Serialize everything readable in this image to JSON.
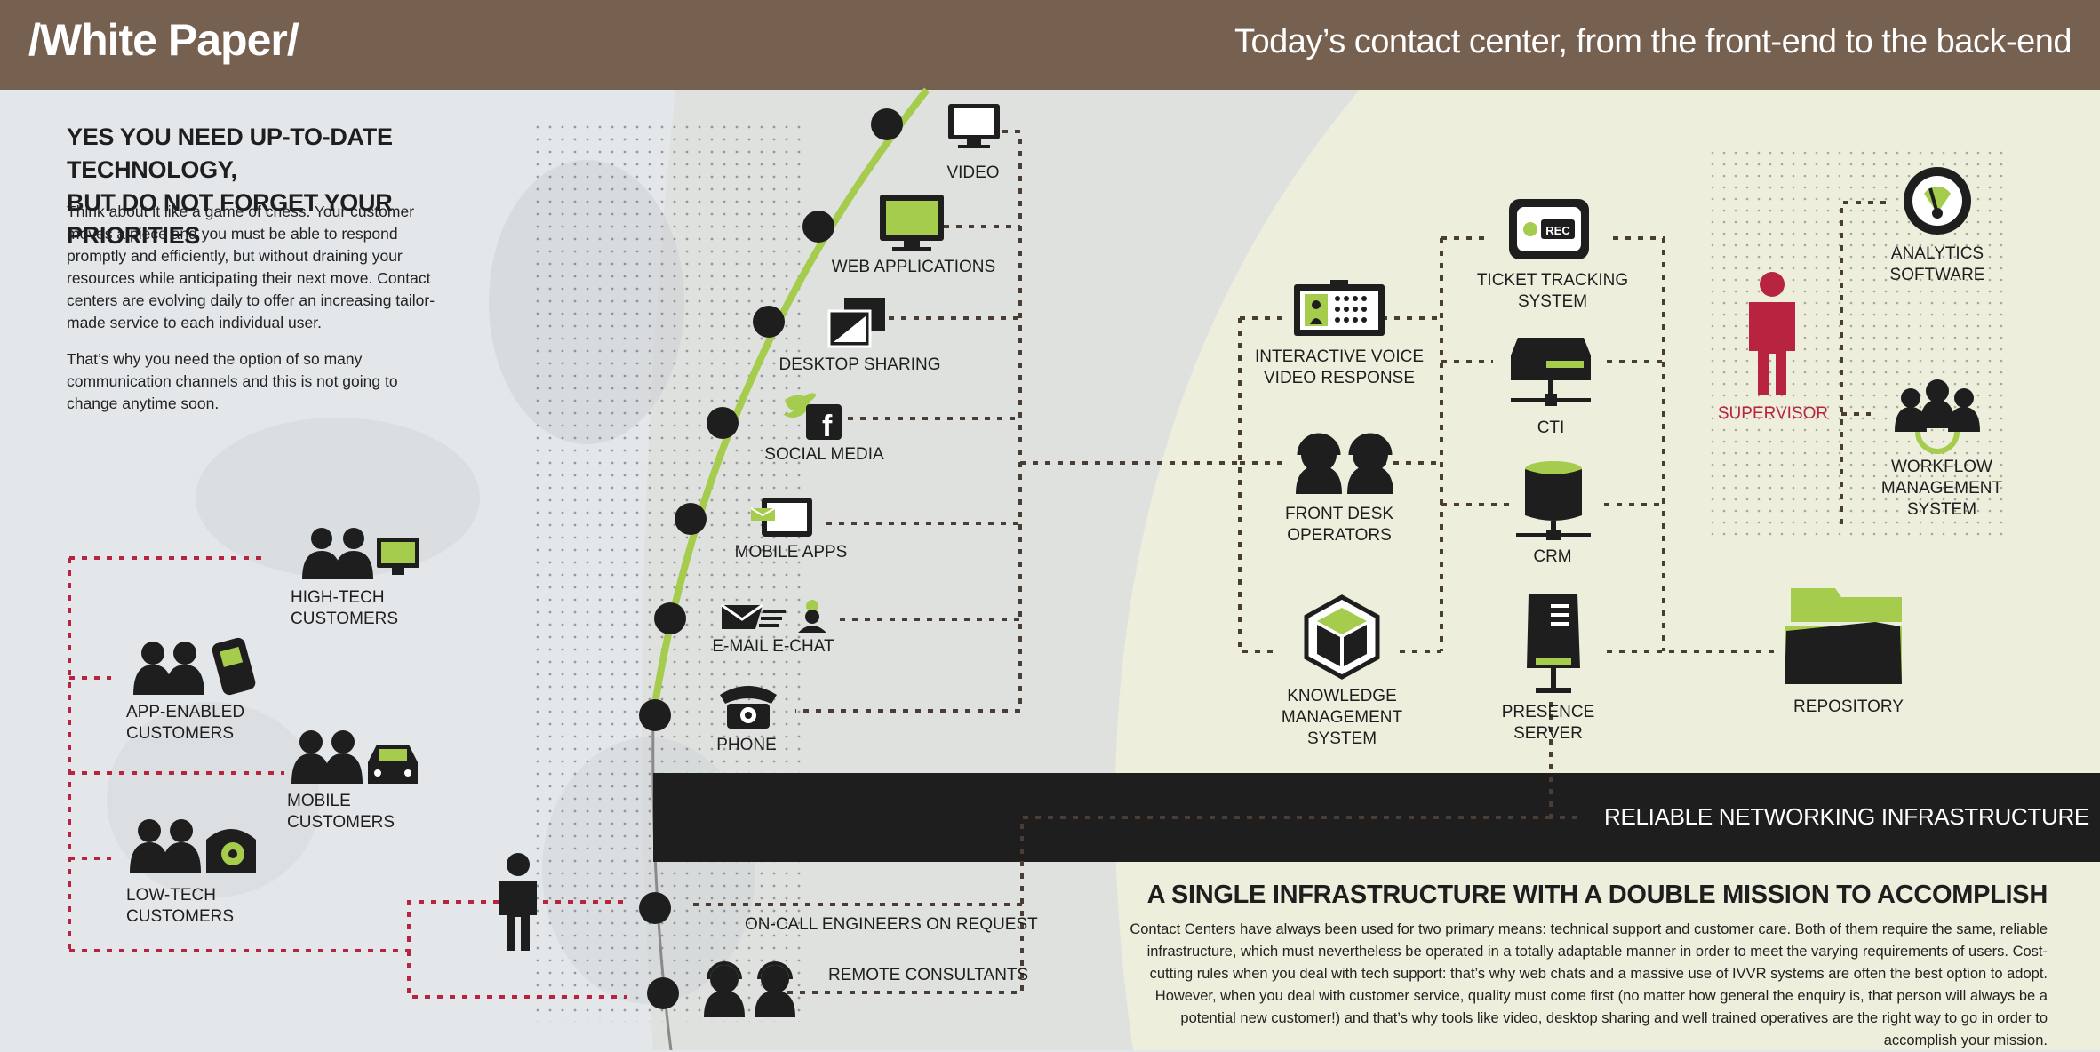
{
  "header": {
    "brand": "/White Paper/",
    "tagline": "Today’s contact center, from the front-end to the back-end"
  },
  "intro": {
    "heading": "YES YOU NEED UP-TO-DATE TECHNOLOGY,\nBUT DO NOT FORGET YOUR PRIORITIES",
    "paragraph1": "Think about it like a game of chess. Your customer moves a piece and you must be able to respond promptly and efficiently, but without draining your resources while anticipating their next move. Contact centers are evolving daily to offer an increasing tailor-made service to each individual user.",
    "paragraph2": "That’s why you need the option of so many communication channels and this is not going to change anytime soon."
  },
  "customers": [
    {
      "id": "high-tech",
      "label": "HIGH-TECH\nCUSTOMERS",
      "device_icon": "monitor-icon"
    },
    {
      "id": "app-enabled",
      "label": "APP-ENABLED\nCUSTOMERS",
      "device_icon": "mobile-phone-icon"
    },
    {
      "id": "mobile",
      "label": "MOBILE\nCUSTOMERS",
      "device_icon": "car-icon"
    },
    {
      "id": "low-tech",
      "label": "LOW-TECH\nCUSTOMERS",
      "device_icon": "landline-phone-icon"
    }
  ],
  "channels": [
    {
      "id": "video",
      "label": "VIDEO",
      "icon": "video-monitor-icon"
    },
    {
      "id": "web-applications",
      "label": "WEB APPLICATIONS",
      "icon": "web-monitor-icon"
    },
    {
      "id": "desktop-sharing",
      "label": "DESKTOP SHARING",
      "icon": "desktop-sharing-icon"
    },
    {
      "id": "social-media",
      "label": "SOCIAL MEDIA",
      "icon": "social-media-icon"
    },
    {
      "id": "mobile-apps",
      "label": "MOBILE APPS",
      "icon": "tablet-icon"
    },
    {
      "id": "email-echat",
      "label": "E-MAIL E-CHAT",
      "icon": "email-chat-icon"
    },
    {
      "id": "phone",
      "label": "PHONE",
      "icon": "telephone-icon"
    }
  ],
  "support": [
    {
      "id": "on-call-engineers",
      "label": "ON-CALL ENGINEERS ON REQUEST"
    },
    {
      "id": "remote-consultants",
      "label": "REMOTE CONSULTANTS"
    }
  ],
  "systems": [
    {
      "id": "ivr",
      "label": "INTERACTIVE VOICE\nVIDEO RESPONSE",
      "icon": "ivr-screen-icon"
    },
    {
      "id": "front-desk",
      "label": "FRONT DESK\nOPERATORS",
      "icon": "headset-operators-icon"
    },
    {
      "id": "knowledge",
      "label": "KNOWLEDGE\nMANAGEMENT\nSYSTEM",
      "icon": "cube-icon"
    },
    {
      "id": "ticket",
      "label": "TICKET TRACKING\nSYSTEM",
      "icon": "rec-icon",
      "badge": "REC"
    },
    {
      "id": "cti",
      "label": "CTI",
      "icon": "cti-server-icon"
    },
    {
      "id": "crm",
      "label": "CRM",
      "icon": "database-icon"
    },
    {
      "id": "presence",
      "label": "PRESENCE SERVER",
      "icon": "server-tower-icon"
    },
    {
      "id": "supervisor",
      "label": "SUPERVISOR",
      "icon": "supervisor-person-icon"
    },
    {
      "id": "analytics",
      "label": "ANALYTICS\nSOFTWARE",
      "icon": "gauge-icon"
    },
    {
      "id": "workflow",
      "label": "WORKFLOW\nMANAGEMENT\nSYSTEM",
      "icon": "team-cycle-icon"
    },
    {
      "id": "repository",
      "label": "REPOSITORY",
      "icon": "folder-icon"
    }
  ],
  "network": {
    "label": "RELIABLE NETWORKING INFRASTRUCTURE"
  },
  "mission": {
    "heading": "A SINGLE INFRASTRUCTURE WITH A DOUBLE MISSION TO ACCOMPLISH",
    "paragraph": "Contact Centers have always been used for two primary means: technical support and customer care. Both of them require the same, reliable infrastructure, which must nevertheless be operated in a totally adaptable manner in order to meet the varying requirements of users. Cost-cutting rules when you deal with tech support: that’s why web chats and a massive use of IVVR systems are often the best option to adopt. However, when you deal with customer service, quality must come first (no matter how general the enquiry is, that person will always be a potential new customer!) and that’s why tools like video, desktop sharing and well trained operatives are the right way to go in order to accomplish your mission."
  },
  "colors": {
    "header_brown": "#766050",
    "accent_green": "#a6cc4e",
    "supervisor_red": "#b8243f",
    "customer_dotted_red": "#b8243f",
    "dark": "#1e1e1e",
    "connector": "#4a3d36",
    "panel_cream": "#eeeedd"
  }
}
